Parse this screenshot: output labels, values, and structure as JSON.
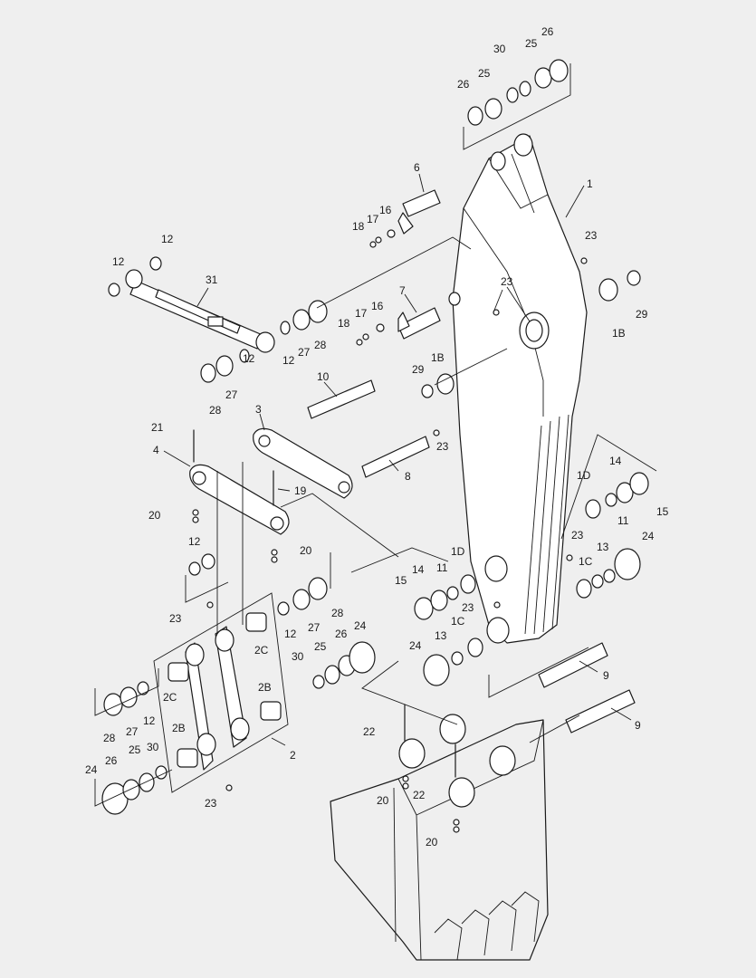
{
  "colors": {
    "background": "#efefef",
    "line": "#1a1a1a",
    "part_fill": "#ffffff"
  },
  "labels": [
    {
      "text": "1"
    },
    {
      "text": "1B"
    },
    {
      "text": "1B"
    },
    {
      "text": "1C"
    },
    {
      "text": "1C"
    },
    {
      "text": "1D"
    },
    {
      "text": "1D"
    },
    {
      "text": "2"
    },
    {
      "text": "2B"
    },
    {
      "text": "2B"
    },
    {
      "text": "2C"
    },
    {
      "text": "2C"
    },
    {
      "text": "3"
    },
    {
      "text": "4"
    },
    {
      "text": "6"
    },
    {
      "text": "7"
    },
    {
      "text": "8"
    },
    {
      "text": "9"
    },
    {
      "text": "9"
    },
    {
      "text": "10"
    },
    {
      "text": "11"
    },
    {
      "text": "11"
    },
    {
      "text": "12"
    },
    {
      "text": "12"
    },
    {
      "text": "12"
    },
    {
      "text": "12"
    },
    {
      "text": "12"
    },
    {
      "text": "12"
    },
    {
      "text": "12"
    },
    {
      "text": "13"
    },
    {
      "text": "13"
    },
    {
      "text": "14"
    },
    {
      "text": "14"
    },
    {
      "text": "15"
    },
    {
      "text": "15"
    },
    {
      "text": "16"
    },
    {
      "text": "16"
    },
    {
      "text": "17"
    },
    {
      "text": "17"
    },
    {
      "text": "18"
    },
    {
      "text": "18"
    },
    {
      "text": "19"
    },
    {
      "text": "20"
    },
    {
      "text": "20"
    },
    {
      "text": "20"
    },
    {
      "text": "20"
    },
    {
      "text": "21"
    },
    {
      "text": "22"
    },
    {
      "text": "22"
    },
    {
      "text": "23"
    },
    {
      "text": "23"
    },
    {
      "text": "23"
    },
    {
      "text": "23"
    },
    {
      "text": "23"
    },
    {
      "text": "23"
    },
    {
      "text": "23"
    },
    {
      "text": "24"
    },
    {
      "text": "24"
    },
    {
      "text": "24"
    },
    {
      "text": "24"
    },
    {
      "text": "25"
    },
    {
      "text": "25"
    },
    {
      "text": "25"
    },
    {
      "text": "25"
    },
    {
      "text": "26"
    },
    {
      "text": "26"
    },
    {
      "text": "26"
    },
    {
      "text": "26"
    },
    {
      "text": "27"
    },
    {
      "text": "27"
    },
    {
      "text": "27"
    },
    {
      "text": "27"
    },
    {
      "text": "28"
    },
    {
      "text": "28"
    },
    {
      "text": "28"
    },
    {
      "text": "28"
    },
    {
      "text": "29"
    },
    {
      "text": "29"
    },
    {
      "text": "30"
    },
    {
      "text": "30"
    },
    {
      "text": "30"
    },
    {
      "text": "31"
    }
  ]
}
